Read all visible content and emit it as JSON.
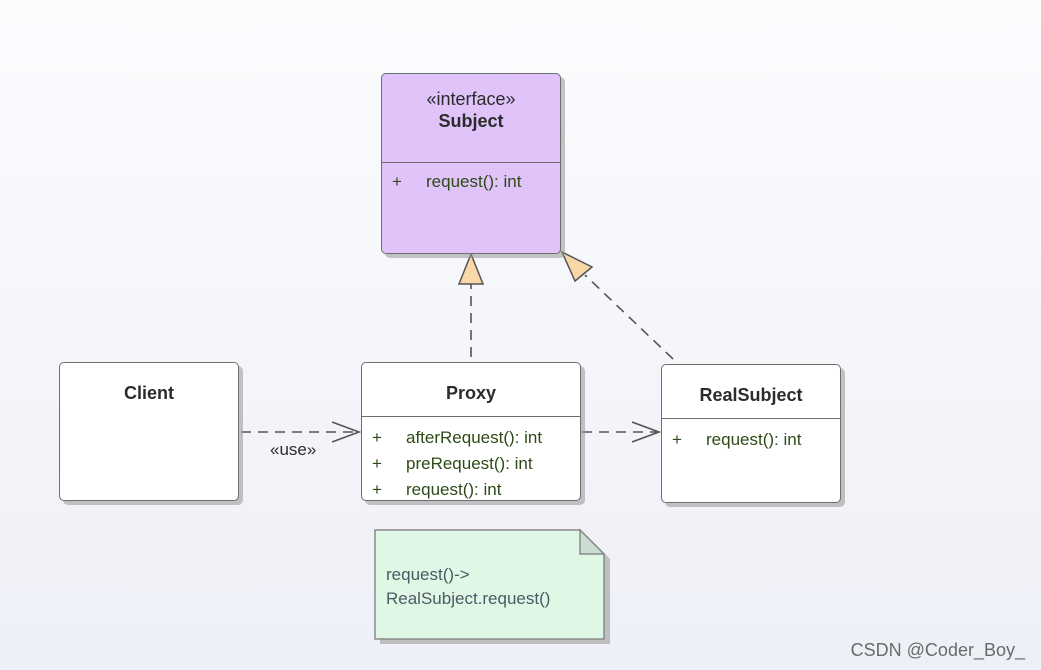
{
  "subject": {
    "stereotype": "«interface»",
    "name": "Subject",
    "operations": [
      {
        "vis": "+",
        "sig": "request(): int"
      }
    ]
  },
  "client": {
    "name": "Client"
  },
  "proxy": {
    "name": "Proxy",
    "operations": [
      {
        "vis": "+",
        "sig": "afterRequest(): int"
      },
      {
        "vis": "+",
        "sig": "preRequest(): int"
      },
      {
        "vis": "+",
        "sig": "request(): int"
      }
    ]
  },
  "real_subject": {
    "name": "RealSubject",
    "operations": [
      {
        "vis": "+",
        "sig": "request(): int"
      }
    ]
  },
  "use_label": "«use»",
  "note": {
    "line1": "request()->",
    "line2": "RealSubject.request()"
  },
  "watermark": "CSDN @Coder_Boy_",
  "colors": {
    "interface_fill": "#dfc3f9",
    "class_fill": "#ffffff",
    "note_fill": "#e1f7e6",
    "arrowhead_fill": "#f7d8a6",
    "line": "#555555",
    "operation_text": "#2e4a16"
  }
}
